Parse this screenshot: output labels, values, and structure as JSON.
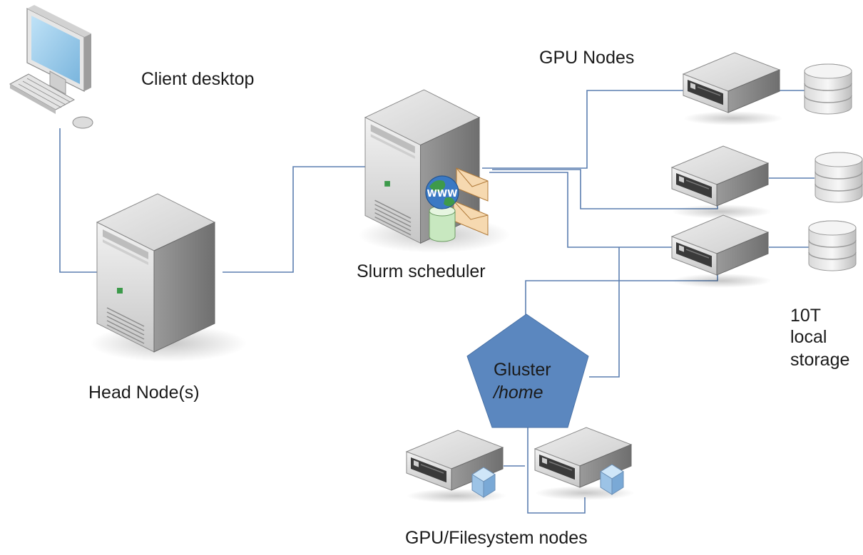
{
  "labels": {
    "client": "Client desktop",
    "gpu_nodes": "GPU Nodes",
    "slurm": "Slurm scheduler",
    "head": "Head Node(s)",
    "storage_line1": "10T",
    "storage_line2": "local",
    "storage_line3": "storage",
    "gluster_line1": "Gluster",
    "gluster_line2": "/home",
    "fs_nodes": "GPU/Filesystem nodes"
  },
  "colors": {
    "connector": "#5b7fb0",
    "gluster_fill": "#5b87bf",
    "server_body": "#d8d8d8",
    "server_shadow": "#a9a9a9",
    "background": "#ffffff"
  },
  "icons": {
    "client": "desktop-computer-icon",
    "head": "tower-server-icon",
    "slurm": "web-server-icon",
    "gpu_node": "rack-server-icon",
    "storage": "database-icon",
    "gluster": "pentagon-shape",
    "fs_node": "rack-server-with-storage-icon"
  }
}
